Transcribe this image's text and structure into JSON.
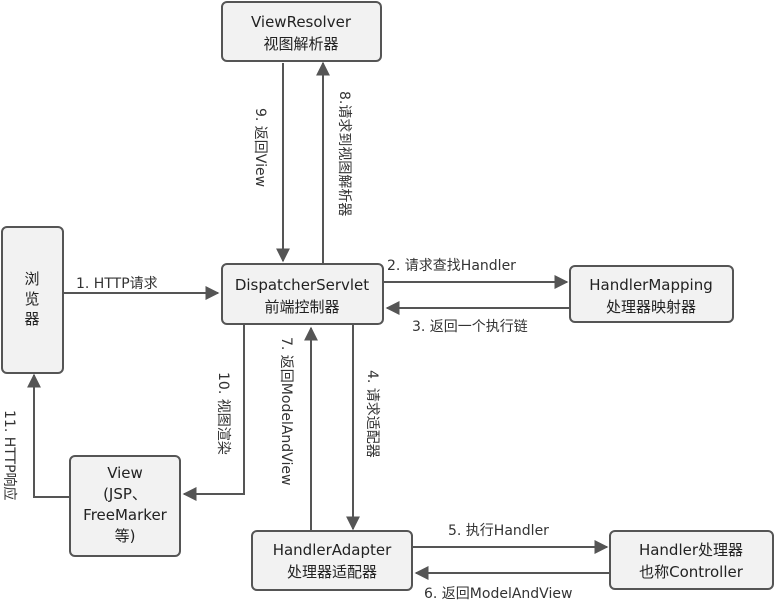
{
  "nodes": {
    "view_resolver": [
      "ViewResolver",
      "视图解析器"
    ],
    "browser": [
      "浏",
      "览",
      "器"
    ],
    "dispatcher": [
      "DispatcherServlet",
      "前端控制器"
    ],
    "handler_mapping": [
      "HandlerMapping",
      "处理器映射器"
    ],
    "view": [
      "View",
      "(JSP、",
      "FreeMarker",
      "等)"
    ],
    "handler_adapter": [
      "HandlerAdapter",
      "处理器适配器"
    ],
    "handler": [
      "Handler处理器",
      "也称Controller"
    ]
  },
  "edges": {
    "e1": "1. HTTP请求",
    "e2": "2. 请求查找Handler",
    "e3": "3. 返回一个执行链",
    "e4": "4. 请求适配器",
    "e5": "5. 执行Handler",
    "e6": "6. 返回ModelAndView",
    "e7": "7. 返回ModelAndView",
    "e8": "8.请求到视图解析器",
    "e9": "9. 返回View",
    "e10": "10. 视图渲染",
    "e11": "11. HTTP响应"
  },
  "colors": {
    "box_fill": "#f2f2f2",
    "stroke": "#555555",
    "text": "#222222"
  }
}
